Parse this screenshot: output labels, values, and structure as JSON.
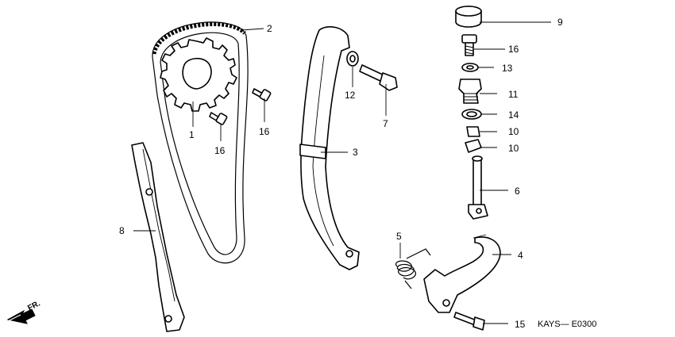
{
  "callouts": {
    "c1": "1",
    "c2": "2",
    "c3": "3",
    "c4": "4",
    "c5": "5",
    "c6": "6",
    "c7": "7",
    "c8": "8",
    "c9": "9",
    "c10a": "10",
    "c10b": "10",
    "c11": "11",
    "c12": "12",
    "c13": "13",
    "c14": "14",
    "c15": "15",
    "c16a": "16",
    "c16b": "16",
    "c16c": "16"
  },
  "diagram_code": "KAYS— E0300",
  "front_marker": "FR."
}
